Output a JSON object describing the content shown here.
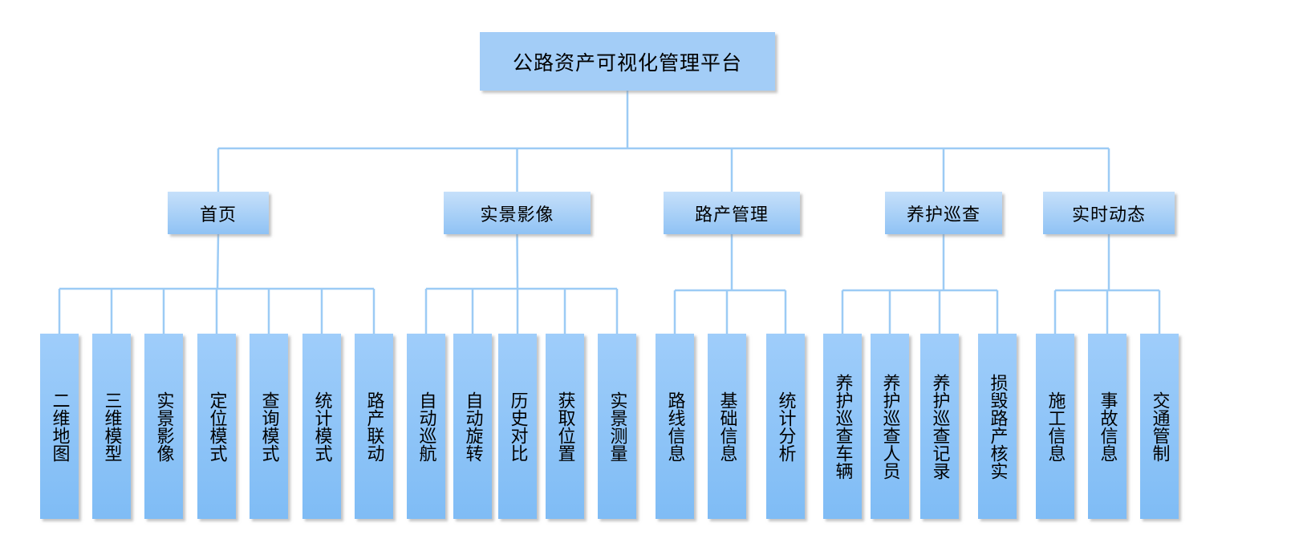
{
  "root": {
    "label": "公路资产可视化管理平台"
  },
  "categories": [
    {
      "label": "首页",
      "children": [
        "二维地图",
        "三维模型",
        "实景影像",
        "定位模式",
        "查询模式",
        "统计模式",
        "路产联动"
      ]
    },
    {
      "label": "实景影像",
      "children": [
        "自动巡航",
        "自动旋转",
        "历史对比",
        "获取位置",
        "实景测量"
      ]
    },
    {
      "label": "路产管理",
      "children": [
        "路线信息",
        "基础信息",
        "统计分析"
      ]
    },
    {
      "label": "养护巡查",
      "children": [
        "养护巡查车辆",
        "养护巡查人员",
        "养护巡查记录",
        "损毁路产核实"
      ]
    },
    {
      "label": "实时动态",
      "children": [
        "施工信息",
        "事故信息",
        "交通管制"
      ]
    }
  ],
  "colors": {
    "connector": "#9ccbf5",
    "root_fill": "#a3cdf7",
    "category_fill_top": "#c6e0fa",
    "category_fill_bottom": "#8fc2f4",
    "leaf_fill_top": "#9fcdfa",
    "leaf_fill_bottom": "#7fbcf5"
  }
}
